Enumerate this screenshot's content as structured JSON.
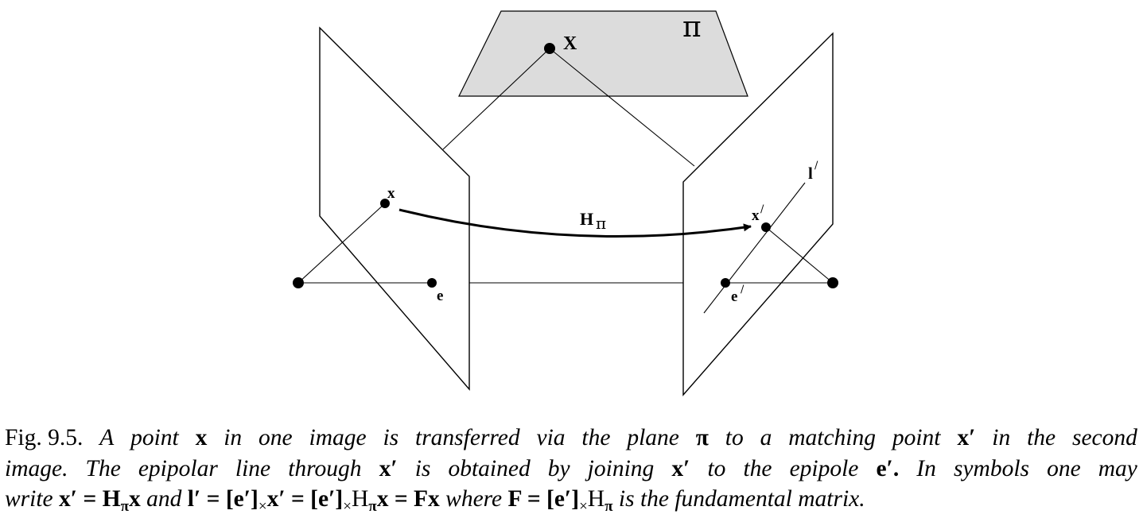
{
  "figure": {
    "labels": {
      "X": "X",
      "pi": "π",
      "x": "x",
      "e": "e",
      "H": "H",
      "H_sub": "π",
      "x_prime": "x",
      "x_prime_mark": "/",
      "e_prime": "e",
      "e_prime_mark": "/",
      "l_prime": "l",
      "l_prime_mark": "/"
    }
  },
  "caption": {
    "fig_number": "Fig. 9.5.",
    "line1": [
      "A",
      "point",
      "x",
      "in",
      "one",
      "image",
      "is",
      "transferred",
      "via",
      "the",
      "plane",
      "π",
      "to",
      "a",
      "matching",
      "point",
      "x′",
      "in",
      "the",
      "second"
    ],
    "line2": [
      "image.",
      "The",
      "epipolar",
      "line",
      "through",
      "x′",
      "is",
      "obtained",
      "by",
      "joining",
      "x′",
      "to",
      "the",
      "epipole",
      "e′.",
      "In",
      "symbols",
      "one",
      "may"
    ],
    "line3": {
      "t1": "write ",
      "m1": "x′ = H",
      "m1_sub": "π",
      "m2": "x",
      "t2": " and ",
      "m3": "l′ = [e′]",
      "m3_sub": "×",
      "m4": "x′ = [e′]",
      "m4_sub": "×",
      "m5": "H",
      "m5_sub": "π",
      "m6": "x = Fx",
      "t3": " where ",
      "m7": "F = [e′]",
      "m7_sub": "×",
      "m8": "H",
      "m8_sub": "π",
      "t4": " is the fundamental matrix."
    }
  }
}
